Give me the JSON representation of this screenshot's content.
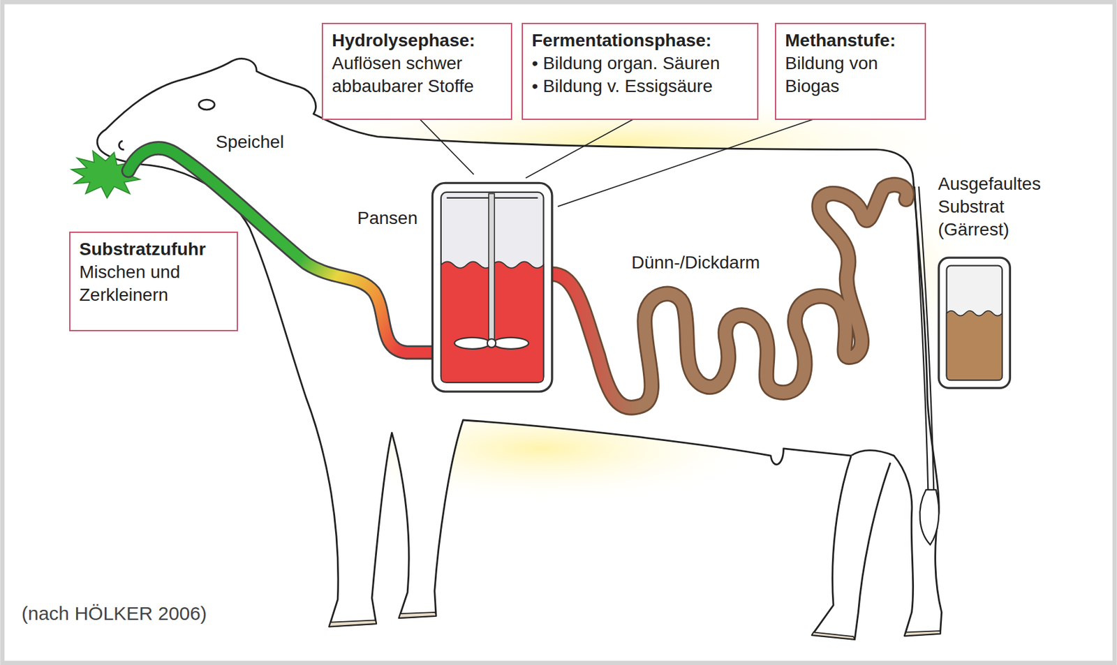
{
  "diagram": {
    "nodes": [
      {
        "text": [
          "Hydrolysephase:",
          "Auflösen schwer abbaubarer Stoffe"
        ]
      },
      {
        "text": [
          "Fermentationsphase:",
          "• Bildung organ. Säuren",
          "• Bildung v. Essigsäure"
        ]
      },
      {
        "text": [
          "Methanstufe:",
          "Bildung von Biogas"
        ]
      },
      {
        "text": [
          "Substratzufuhr",
          "Mischen und Zerkleinern"
        ]
      }
    ],
    "labels": [
      "Speichel",
      "Pansen",
      "Dünn-/Dickdarm",
      "Ausgefaultes Substrat (Gärrest)",
      "(nach HÖLKER 2006)"
    ]
  }
}
